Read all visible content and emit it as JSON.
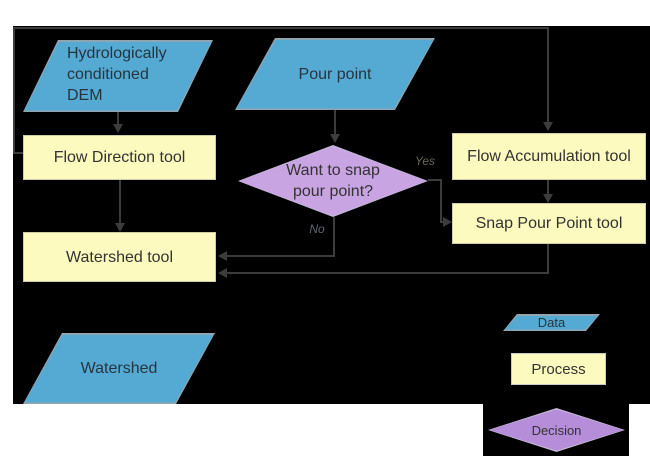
{
  "diagram": {
    "nodes": {
      "dem": {
        "label": "Hydrologically\nconditioned\nDEM",
        "type": "data"
      },
      "pour_point": {
        "label": "Pour point",
        "type": "data"
      },
      "flow_direction": {
        "label": "Flow Direction tool",
        "type": "process"
      },
      "flow_accumulation": {
        "label": "Flow Accumulation tool",
        "type": "process"
      },
      "decision": {
        "label": "Want to snap\npour point?",
        "type": "decision"
      },
      "snap_pour_point": {
        "label": "Snap Pour Point tool",
        "type": "process"
      },
      "watershed_tool": {
        "label": "Watershed tool",
        "type": "process"
      },
      "watershed_output": {
        "label": "Watershed",
        "type": "data"
      }
    },
    "edge_labels": {
      "yes": "Yes",
      "no": "No"
    },
    "legend": {
      "data": "Data",
      "process": "Process",
      "decision": "Decision"
    },
    "colors": {
      "page": "#FFFFFF",
      "background": "#000000",
      "data_fill": "#55AAD4",
      "data_border": "#8FA6B2",
      "data_text": "#26343E",
      "process_fill": "#FCFABE",
      "process_border": "#CFCDA6",
      "decision_fill": "#C8A4E2",
      "decision_legend_fill": "#B58DD9",
      "decision_border": "#C3B6D6",
      "connector": "#3C3C3C",
      "node_text": "#333333"
    }
  }
}
